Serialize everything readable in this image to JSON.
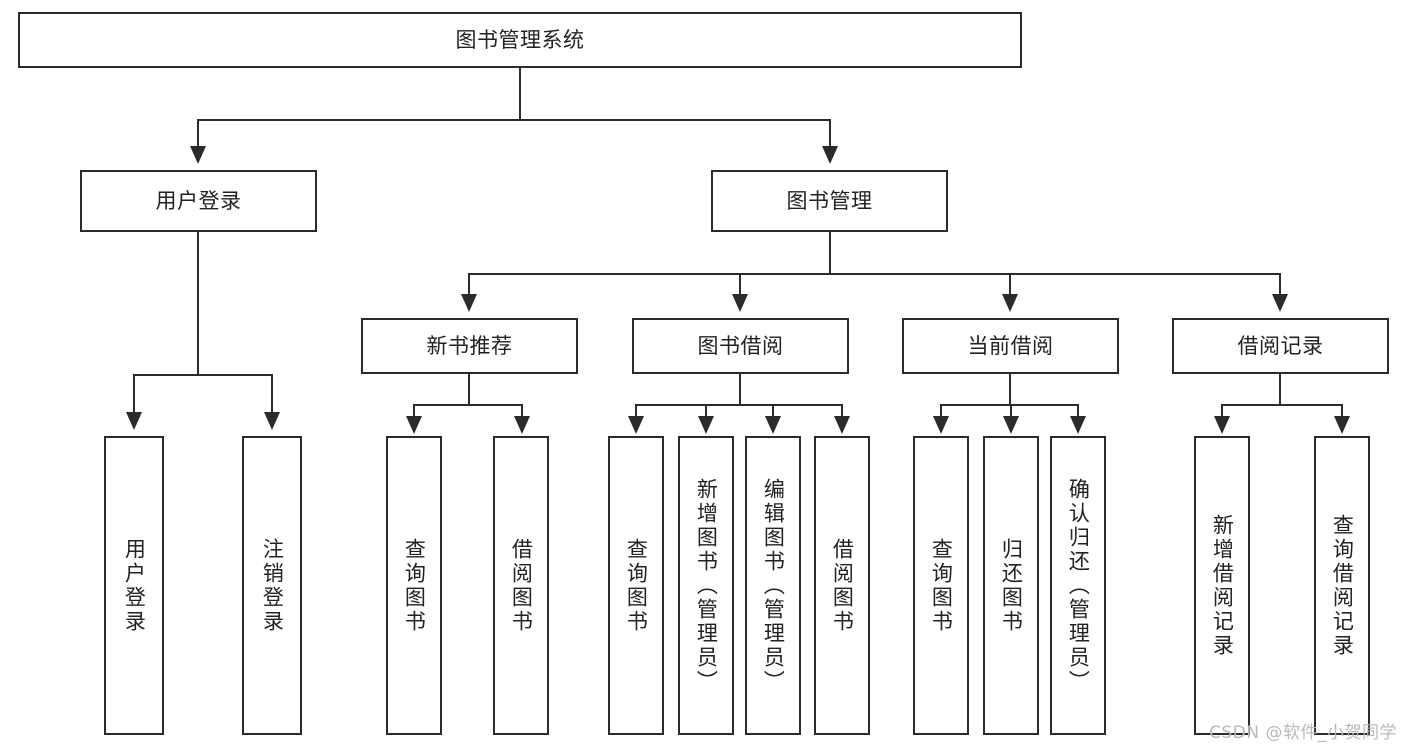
{
  "diagram": {
    "title": "图书管理系统",
    "root": {
      "label": "图书管理系统"
    },
    "level2": [
      {
        "label": "用户登录"
      },
      {
        "label": "图书管理"
      }
    ],
    "level3": [
      {
        "label": "新书推荐"
      },
      {
        "label": "图书借阅"
      },
      {
        "label": "当前借阅"
      },
      {
        "label": "借阅记录"
      }
    ],
    "leaves": {
      "user_login": [
        {
          "label": "用户登录"
        },
        {
          "label": "注销登录"
        }
      ],
      "new_book_recommend": [
        {
          "label": "查询图书"
        },
        {
          "label": "借阅图书"
        }
      ],
      "book_borrow": [
        {
          "label": "查询图书"
        },
        {
          "label": "新增图书（管理员）"
        },
        {
          "label": "编辑图书（管理员）"
        },
        {
          "label": "借阅图书"
        }
      ],
      "current_borrow": [
        {
          "label": "查询图书"
        },
        {
          "label": "归还图书"
        },
        {
          "label": "确认归还（管理员）"
        }
      ],
      "borrow_record": [
        {
          "label": "新增借阅记录"
        },
        {
          "label": "查询借阅记录"
        }
      ]
    }
  },
  "watermark": {
    "text": "CSDN @软件_小贺同学"
  },
  "colors": {
    "border": "#2b2b2b",
    "background": "#ffffff",
    "text": "#222222",
    "watermark": "#b9b9b9"
  }
}
